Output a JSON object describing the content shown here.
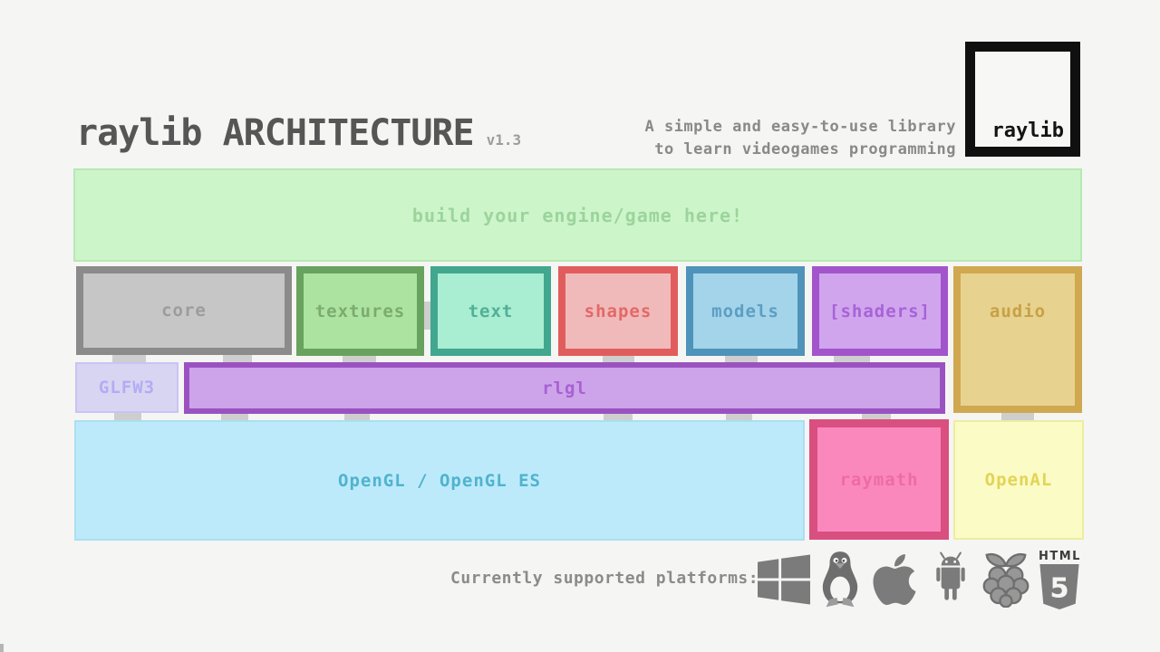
{
  "header": {
    "title": "raylib ARCHITECTURE",
    "version": "v1.3",
    "tagline_line1": "A simple and easy-to-use library",
    "tagline_line2": "to learn videogames programming",
    "logo_text": "raylib",
    "title_color": "#565656",
    "tagline_color": "#898989"
  },
  "diagram": {
    "banner": {
      "label": "build your engine/game here!",
      "fill": "#cdf5ca",
      "border": "#b8e8b3",
      "text_color": "#9cd49c"
    },
    "modules": [
      {
        "id": "core",
        "label": "core",
        "fill": "#c6c6c6",
        "border": "#8b8b8b",
        "text_color": "#9c9c9c"
      },
      {
        "id": "textures",
        "label": "textures",
        "fill": "#ace3a0",
        "border": "#68a25f",
        "text_color": "#7cab70"
      },
      {
        "id": "text",
        "label": "text",
        "fill": "#a9edd3",
        "border": "#41a78e",
        "text_color": "#50b095"
      },
      {
        "id": "shapes",
        "label": "shapes",
        "fill": "#f1baba",
        "border": "#e15d5d",
        "text_color": "#e46868"
      },
      {
        "id": "models",
        "label": "models",
        "fill": "#a4d4e9",
        "border": "#4e93b9",
        "text_color": "#5c9ec4"
      },
      {
        "id": "shaders",
        "label": "[shaders]",
        "fill": "#d0a5ee",
        "border": "#a254cb",
        "text_color": "#a763d6"
      },
      {
        "id": "audio",
        "label": "audio",
        "fill": "#e8d290",
        "border": "#d0a850",
        "text_color": "#c7a145"
      }
    ],
    "platform_layer": [
      {
        "id": "glfw3",
        "label": "GLFW3",
        "fill": "#d8d5f2",
        "border": "#c9c3f5",
        "text_color": "#b2acf4"
      },
      {
        "id": "rlgl",
        "label": "rlgl",
        "fill": "#cda4e9",
        "border": "#9b52c1",
        "text_color": "#a761d3"
      }
    ],
    "backend_layer": [
      {
        "id": "opengl",
        "label": "OpenGL / OpenGL ES",
        "fill": "#bdeafa",
        "border": "#abdff2",
        "text_color": "#4fb3ce"
      },
      {
        "id": "raymath",
        "label": "raymath",
        "fill": "#fa88bd",
        "border": "#d94f80",
        "text_color": "#ee6ba6"
      },
      {
        "id": "openal",
        "label": "OpenAL",
        "fill": "#fbfbc6",
        "border": "#ededa2",
        "text_color": "#e2d455"
      }
    ],
    "connector_color": "#cecece"
  },
  "platforms": {
    "label": "Currently supported platforms:",
    "icons": [
      "windows",
      "linux",
      "macos",
      "android",
      "raspberry-pi",
      "html5"
    ],
    "html5_word": "HTML",
    "html5_number": "5"
  }
}
